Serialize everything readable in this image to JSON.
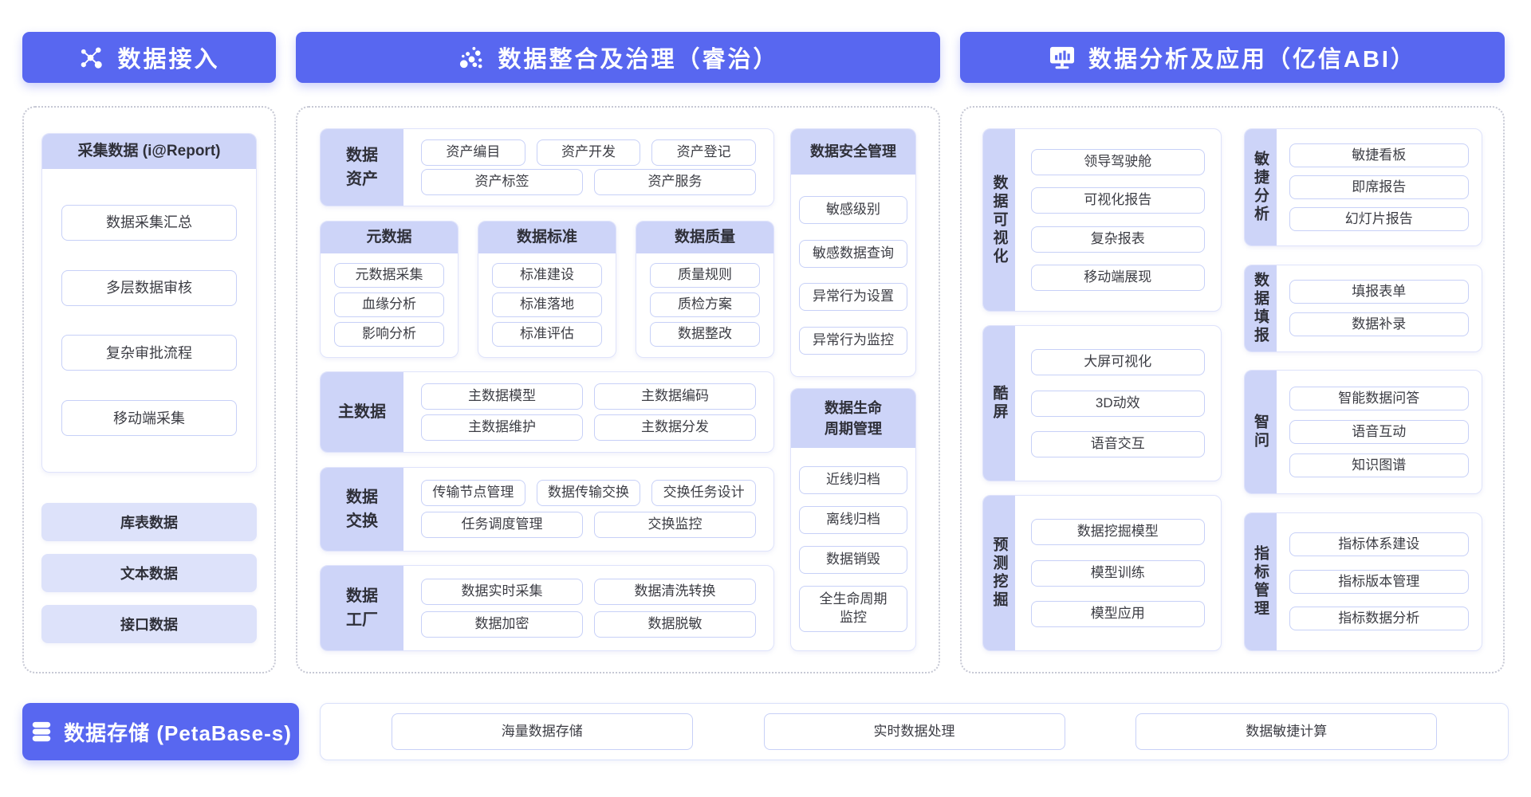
{
  "palette": {
    "header_blue": "#5867f0",
    "label_lavender": "#cdd4f8",
    "chip_lavender": "#dde2fa",
    "button_border": "#c7d0f7",
    "card_border": "#dfe3fb"
  },
  "headers": {
    "access": {
      "label": "数据接入",
      "icon": "network-nodes-icon"
    },
    "governance": {
      "label": "数据整合及治理（睿治）",
      "icon": "dot-cluster-icon"
    },
    "analysis": {
      "label": "数据分析及应用（亿信ABI）",
      "icon": "monitor-chart-icon"
    }
  },
  "access_column": {
    "report_card": {
      "title": "采集数据 (i@Report)",
      "items": [
        "数据采集汇总",
        "多层数据审核",
        "复杂审批流程",
        "移动端采集"
      ]
    },
    "source_chips": [
      "库表数据",
      "文本数据",
      "接口数据"
    ]
  },
  "governance_column": {
    "data_asset": {
      "label": "数据资产",
      "row1": [
        "资产编目",
        "资产开发",
        "资产登记"
      ],
      "row2": [
        "资产标签",
        "资产服务"
      ]
    },
    "metadata": {
      "title": "元数据",
      "items": [
        "元数据采集",
        "血缘分析",
        "影响分析"
      ]
    },
    "data_standard": {
      "title": "数据标准",
      "items": [
        "标准建设",
        "标准落地",
        "标准评估"
      ]
    },
    "data_quality": {
      "title": "数据质量",
      "items": [
        "质量规则",
        "质检方案",
        "数据整改"
      ]
    },
    "master_data": {
      "label": "主数据",
      "row1": [
        "主数据模型",
        "主数据编码"
      ],
      "row2": [
        "主数据维护",
        "主数据分发"
      ]
    },
    "data_exchange": {
      "label": "数据交换",
      "row1": [
        "传输节点管理",
        "数据传输交换",
        "交换任务设计"
      ],
      "row2": [
        "任务调度管理",
        "交换监控"
      ]
    },
    "data_factory": {
      "label": "数据工厂",
      "row1": [
        "数据实时采集",
        "数据清洗转换"
      ],
      "row2": [
        "数据加密",
        "数据脱敏"
      ]
    },
    "data_security": {
      "title": "数据安全管理",
      "items": [
        "敏感级别",
        "敏感数据查询",
        "异常行为设置",
        "异常行为监控"
      ]
    },
    "lifecycle": {
      "title": "数据生命周期管理",
      "items": [
        "近线归档",
        "离线归档",
        "数据销毁",
        "全生命周期监控"
      ]
    }
  },
  "analysis_column": {
    "visualization": {
      "label": "数据可视化",
      "items": [
        "领导驾驶舱",
        "可视化报告",
        "复杂报表",
        "移动端展现"
      ]
    },
    "cool_screen": {
      "label": "酷屏",
      "items": [
        "大屏可视化",
        "3D动效",
        "语音交互"
      ]
    },
    "prediction": {
      "label": "预测挖掘",
      "items": [
        "数据挖掘模型",
        "模型训练",
        "模型应用"
      ]
    },
    "agile": {
      "label": "敏捷分析",
      "items": [
        "敏捷看板",
        "即席报告",
        "幻灯片报告"
      ]
    },
    "filling": {
      "label": "数据填报",
      "items": [
        "填报表单",
        "数据补录"
      ]
    },
    "smart_qa": {
      "label": "智问",
      "items": [
        "智能数据问答",
        "语音互动",
        "知识图谱"
      ]
    },
    "indicators": {
      "label": "指标管理",
      "items": [
        "指标体系建设",
        "指标版本管理",
        "指标数据分析"
      ]
    }
  },
  "storage": {
    "label": "数据存储 (PetaBase-s)",
    "icon": "database-icon",
    "items": [
      "海量数据存储",
      "实时数据处理",
      "数据敏捷计算"
    ]
  }
}
